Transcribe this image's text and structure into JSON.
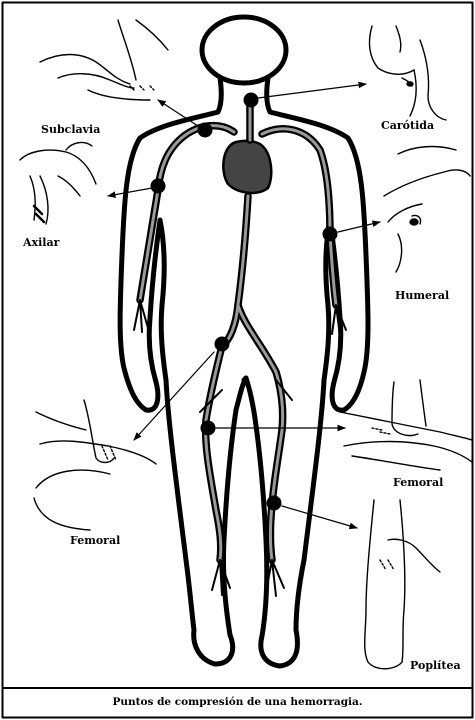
{
  "labels": {
    "subclavia": "Subclavia",
    "carotida": "Carótida",
    "axilar": "Axilar",
    "humeral": "Humeral",
    "femoral_left": "Femoral",
    "femoral_right": "Femoral",
    "poplitea": "Poplítea"
  },
  "caption": "Puntos de compresión de una hemorragia.",
  "colors": {
    "ink": "#000000",
    "vessel": "#555555",
    "paper": "#ffffff"
  }
}
